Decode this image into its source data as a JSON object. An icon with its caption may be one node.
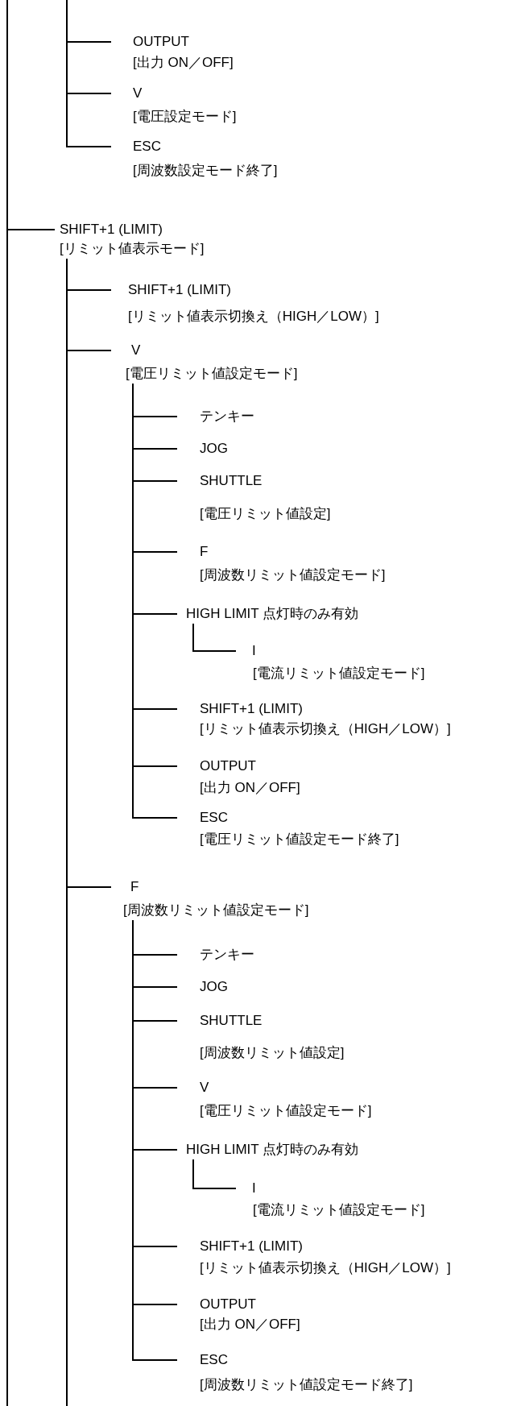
{
  "diagram": {
    "nodes": [
      {
        "text": [
          "OUTPUT",
          "[出力 ON／OFF]"
        ]
      },
      {
        "text": [
          "V",
          "[電圧設定モード]"
        ]
      },
      {
        "text": [
          "ESC",
          "[周波数設定モード終了]"
        ]
      },
      {
        "text": [
          "SHIFT+1 (LIMIT)",
          "[リミット値表示モード]"
        ]
      },
      {
        "text": [
          "SHIFT+1 (LIMIT)",
          "[リミット値表示切換え（HIGH／LOW）]"
        ]
      },
      {
        "text": [
          "V",
          "[電圧リミット値設定モード]"
        ]
      },
      {
        "text": [
          "テンキー"
        ]
      },
      {
        "text": [
          "JOG"
        ]
      },
      {
        "text": [
          "SHUTTLE",
          "[電圧リミット値設定]"
        ]
      },
      {
        "text": [
          "F",
          "[周波数リミット値設定モード]"
        ]
      },
      {
        "text": [
          "HIGH LIMIT 点灯時のみ有効"
        ]
      },
      {
        "text": [
          "I",
          "[電流リミット値設定モード]"
        ]
      },
      {
        "text": [
          "SHIFT+1 (LIMIT)",
          "[リミット値表示切換え（HIGH／LOW）]"
        ]
      },
      {
        "text": [
          "OUTPUT",
          "[出力 ON／OFF]"
        ]
      },
      {
        "text": [
          "ESC",
          "[電圧リミット値設定モード終了]"
        ]
      },
      {
        "text": [
          "F",
          "[周波数リミット値設定モード]"
        ]
      },
      {
        "text": [
          "テンキー"
        ]
      },
      {
        "text": [
          "JOG"
        ]
      },
      {
        "text": [
          "SHUTTLE",
          "[周波数リミット値設定]"
        ]
      },
      {
        "text": [
          "V",
          "[電圧リミット値設定モード]"
        ]
      },
      {
        "text": [
          "HIGH LIMIT 点灯時のみ有効"
        ]
      },
      {
        "text": [
          "I",
          "[電流リミット値設定モード]"
        ]
      },
      {
        "text": [
          "SHIFT+1 (LIMIT)",
          "[リミット値表示切換え（HIGH／LOW）]"
        ]
      },
      {
        "text": [
          "OUTPUT",
          "[出力 ON／OFF]"
        ]
      },
      {
        "text": [
          "ESC",
          "[周波数リミット値設定モード終了]"
        ]
      }
    ],
    "edges": [
      {
        "from": null,
        "to": 0,
        "arrow": "none"
      },
      {
        "from": null,
        "to": 1,
        "arrow": "none"
      },
      {
        "from": null,
        "to": 2,
        "arrow": "none"
      },
      {
        "from": null,
        "to": 3,
        "arrow": "none"
      },
      {
        "from": 3,
        "to": 4,
        "arrow": "none"
      },
      {
        "from": 3,
        "to": 5,
        "arrow": "none"
      },
      {
        "from": 5,
        "to": 6,
        "arrow": "none"
      },
      {
        "from": 5,
        "to": 7,
        "arrow": "none"
      },
      {
        "from": 5,
        "to": 8,
        "arrow": "none"
      },
      {
        "from": 5,
        "to": 9,
        "arrow": "none"
      },
      {
        "from": 5,
        "to": 10,
        "arrow": "none"
      },
      {
        "from": 10,
        "to": 11,
        "arrow": "none"
      },
      {
        "from": 5,
        "to": 12,
        "arrow": "none"
      },
      {
        "from": 5,
        "to": 13,
        "arrow": "none"
      },
      {
        "from": 5,
        "to": 14,
        "arrow": "none"
      },
      {
        "from": 3,
        "to": 15,
        "arrow": "none"
      },
      {
        "from": 15,
        "to": 16,
        "arrow": "none"
      },
      {
        "from": 15,
        "to": 17,
        "arrow": "none"
      },
      {
        "from": 15,
        "to": 18,
        "arrow": "none"
      },
      {
        "from": 15,
        "to": 19,
        "arrow": "none"
      },
      {
        "from": 15,
        "to": 20,
        "arrow": "none"
      },
      {
        "from": 20,
        "to": 21,
        "arrow": "none"
      },
      {
        "from": 15,
        "to": 22,
        "arrow": "none"
      },
      {
        "from": 15,
        "to": 23,
        "arrow": "none"
      },
      {
        "from": 15,
        "to": 24,
        "arrow": "none"
      }
    ]
  }
}
